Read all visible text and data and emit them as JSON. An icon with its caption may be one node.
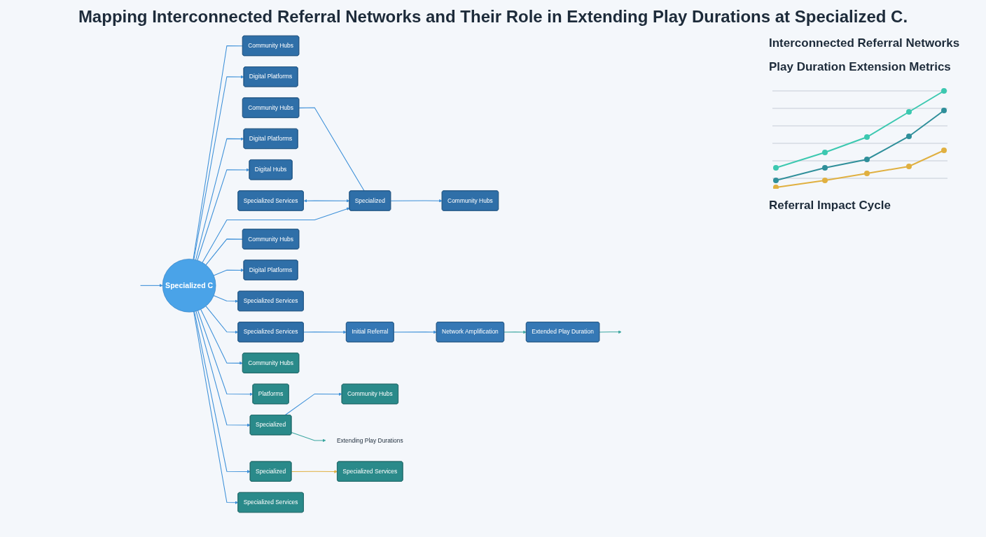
{
  "diagram": {
    "title": "Mapping Interconnected Referral Networks and Their Role in Extending Play Durations at Specialized C.",
    "nodes": [
      {
        "text": [
          "Specialized C"
        ]
      },
      {
        "text": [
          "Community Hubs"
        ]
      },
      {
        "text": [
          "Digital Platforms"
        ]
      },
      {
        "text": [
          "Community Hubs"
        ]
      },
      {
        "text": [
          "Digital Platforms"
        ]
      },
      {
        "text": [
          "Digital Hubs"
        ]
      },
      {
        "text": [
          "Specialized Services"
        ]
      },
      {
        "text": [
          "Specialized"
        ]
      },
      {
        "text": [
          "Community Hubs"
        ]
      },
      {
        "text": [
          "Community Hubs"
        ]
      },
      {
        "text": [
          "Digital Platforms"
        ]
      },
      {
        "text": [
          "Specialized Services"
        ]
      },
      {
        "text": [
          "Specialized Services"
        ]
      },
      {
        "text": [
          "Community Hubs"
        ]
      },
      {
        "text": [
          "Platforms"
        ]
      },
      {
        "text": [
          "Specialized"
        ]
      },
      {
        "text": [
          "Specialized"
        ]
      },
      {
        "text": [
          "Specialized Services"
        ]
      },
      {
        "text": [
          "Community Hubs"
        ]
      },
      {
        "text": [
          "Specialized Services"
        ]
      },
      {
        "text": [
          "Extending Play Durations"
        ]
      },
      {
        "text": [
          "Initial Referral"
        ]
      },
      {
        "text": [
          "Network Amplification"
        ]
      },
      {
        "text": [
          "Extended Play Duration"
        ]
      }
    ],
    "edges": [
      {
        "from": null,
        "to": 0,
        "arrow": "to"
      },
      {
        "from": 0,
        "to": 1,
        "arrow": "none"
      },
      {
        "from": 0,
        "to": 2,
        "arrow": "to"
      },
      {
        "from": 0,
        "to": 4,
        "arrow": "to"
      },
      {
        "from": 0,
        "to": 5,
        "arrow": "to"
      },
      {
        "from": 0,
        "to": 7,
        "arrow": "to"
      },
      {
        "from": 0,
        "to": 8,
        "arrow": "none"
      },
      {
        "from": 0,
        "to": 10,
        "arrow": "to"
      },
      {
        "from": 0,
        "to": 11,
        "arrow": "to"
      },
      {
        "from": 0,
        "to": 12,
        "arrow": "to"
      },
      {
        "from": 3,
        "to": 7,
        "arrow": "none"
      },
      {
        "from": 6,
        "to": 7,
        "arrow": "both"
      },
      {
        "from": 7,
        "to": 9,
        "arrow": "to"
      },
      {
        "from": 0,
        "to": 13,
        "arrow": "to"
      },
      {
        "from": 0,
        "to": 14,
        "arrow": "to"
      },
      {
        "from": 0,
        "to": 15,
        "arrow": "to"
      },
      {
        "from": 0,
        "to": 16,
        "arrow": "to"
      },
      {
        "from": 0,
        "to": 17,
        "arrow": "to"
      },
      {
        "from": 15,
        "to": 18,
        "arrow": "to"
      },
      {
        "from": 16,
        "to": 19,
        "arrow": "to",
        "color": "#e0b040"
      },
      {
        "from": 15,
        "to": 20,
        "arrow": "to",
        "color": "#3aa6a0"
      },
      {
        "from": 12,
        "to": 21,
        "arrow": "to"
      },
      {
        "from": 21,
        "to": 22,
        "arrow": "to"
      },
      {
        "from": 22,
        "to": 23,
        "arrow": "to",
        "color": "#3aa6a0"
      },
      {
        "from": 23,
        "to": null,
        "arrow": "to",
        "color": "#3aa6a0"
      }
    ],
    "labels": [
      "Interconnected Referral Networks",
      "Play Duration Extension Metrics",
      "Referral Impact Cycle"
    ]
  }
}
